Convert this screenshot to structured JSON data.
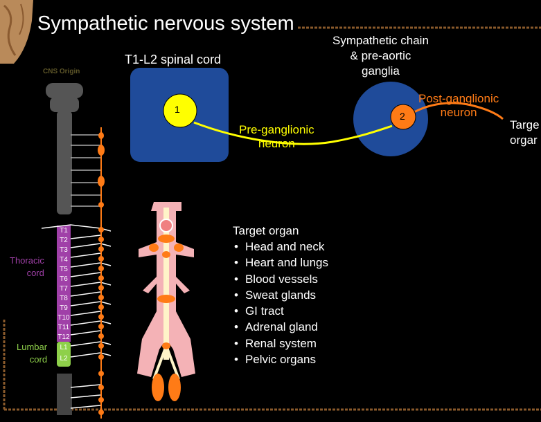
{
  "title": "Sympathetic nervous system",
  "spinal_cord_label": "T1-L2 spinal cord",
  "chain_label": [
    "Sympathetic chain",
    "& pre-aortic",
    "ganglia"
  ],
  "neuron1_number": "1",
  "neuron2_number": "2",
  "pre_ganglionic_label": [
    "Pre-ganglionic",
    "neuron"
  ],
  "post_ganglionic_label": [
    "Post-ganglionic",
    "neuron"
  ],
  "target_right_label": [
    "Targe",
    "orgar"
  ],
  "cns_origin_label": "CNS Origin",
  "thoracic_label": [
    "Thoracic",
    "cord"
  ],
  "lumbar_label": [
    "Lumbar",
    "cord"
  ],
  "segments": [
    "T1",
    "T2",
    "T3",
    "T4",
    "T5",
    "T6",
    "T7",
    "T8",
    "T9",
    "T10",
    "T11",
    "T12",
    "L1",
    "L2"
  ],
  "target_organ_header": "Target organ",
  "target_organs": [
    "Head and neck",
    "Heart and lungs",
    "Blood vessels",
    "Sweat glands",
    "GI tract",
    "Adrenal gland",
    "Renal system",
    "Pelvic organs"
  ],
  "colors": {
    "background": "#000000",
    "spinal_box": "#1f4b9a",
    "pre_neuron": "#ffff00",
    "post_neuron": "#ff7b16",
    "thoracic": "#a040a8",
    "lumbar": "#8ed04a",
    "frame": "#8a5a2b"
  },
  "icons": {
    "logo": "walnut-shell-icon"
  }
}
